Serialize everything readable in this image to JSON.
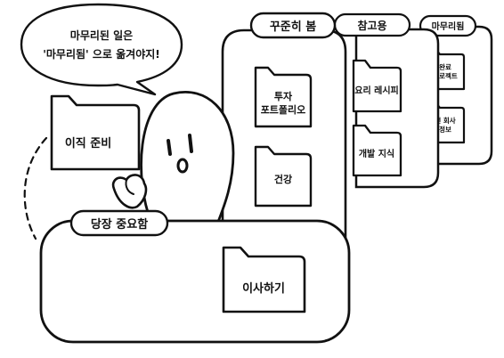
{
  "speech_bubble": {
    "line1": "마무리된 일은",
    "line2": "'마무리됨' 으로 옮겨야지!"
  },
  "sections": {
    "finished": {
      "label": "마무리됨"
    },
    "reference": {
      "label": "참고용"
    },
    "steady": {
      "label": "꾸준히 봄"
    },
    "urgent": {
      "label": "당장 중요함"
    }
  },
  "folders": {
    "finished_project": {
      "line1": "완료",
      "line2": "프로젝트"
    },
    "previous_company": {
      "line1": "전 회사",
      "line2": "정보"
    },
    "recipe": {
      "label": "요리 레시피"
    },
    "dev_knowledge": {
      "label": "개발 지식"
    },
    "investment": {
      "line1": "투자",
      "line2": "포트폴리오"
    },
    "health": {
      "label": "건강"
    },
    "job_change": {
      "label": "이직 준비"
    },
    "moving": {
      "label": "이사하기"
    }
  }
}
